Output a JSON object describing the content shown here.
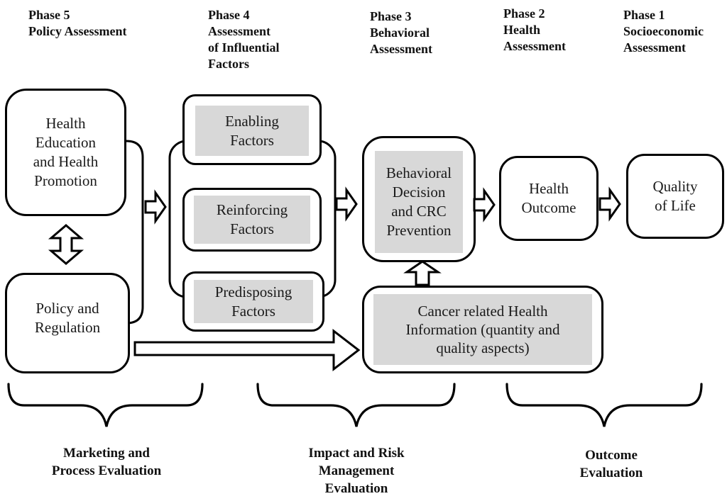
{
  "headers": {
    "phase5": [
      "Phase 5",
      "Policy Assessment"
    ],
    "phase4": [
      "Phase 4",
      "Assessment",
      "of Influential",
      "Factors"
    ],
    "phase3": [
      "Phase 3",
      "Behavioral",
      "Assessment"
    ],
    "phase2": [
      "Phase 2",
      "Health",
      "Assessment"
    ],
    "phase1": [
      "Phase 1",
      "Socioeconomic",
      "Assessment"
    ]
  },
  "boxes": {
    "health_education": [
      "Health",
      "Education",
      "and Health",
      "Promotion"
    ],
    "policy_regulation": [
      "Policy and",
      "Regulation"
    ],
    "enabling": [
      "Enabling",
      "Factors"
    ],
    "reinforcing": [
      "Reinforcing",
      "Factors"
    ],
    "predisposing": [
      "Predisposing",
      "Factors"
    ],
    "behavioral": [
      "Behavioral",
      "Decision",
      "and CRC",
      "Prevention"
    ],
    "health_outcome": [
      "Health",
      "Outcome"
    ],
    "quality_of_life": [
      "Quality",
      "of Life"
    ],
    "cancer_info": [
      "Cancer related Health",
      "Information (quantity and",
      "quality aspects)"
    ]
  },
  "evaluations": {
    "marketing": [
      "Marketing and",
      "Process Evaluation"
    ],
    "impact": [
      "Impact and Risk",
      "Management",
      "Evaluation"
    ],
    "outcome": [
      "Outcome",
      "Evaluation"
    ]
  },
  "connectors": [
    "double-arrow-health-education-policy",
    "arrow-phase5-to-phase4",
    "arrow-phase4-to-phase3",
    "arrow-phase3-to-phase2",
    "arrow-phase2-to-phase1",
    "arrow-policy-to-cancer-info",
    "arrow-cancer-info-to-behavioral"
  ],
  "colors": {
    "stroke": "#000000",
    "box_gray": "#d8d8d8",
    "background": "#ffffff"
  }
}
